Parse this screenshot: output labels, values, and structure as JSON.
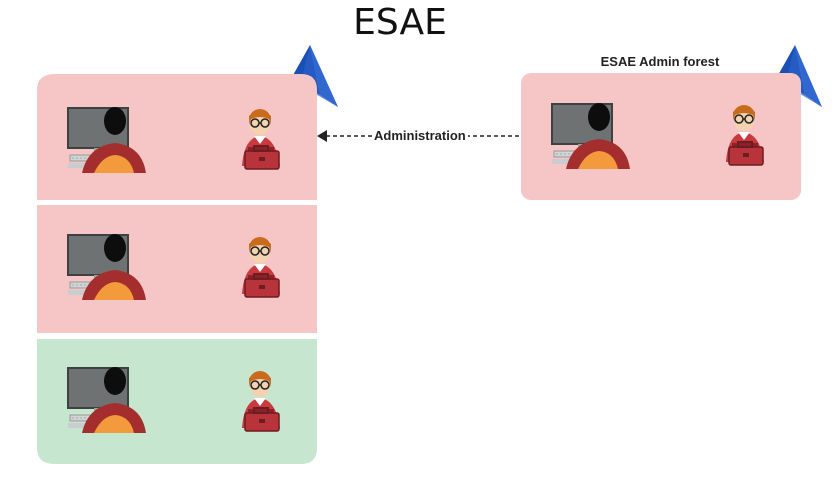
{
  "title": "ESAE",
  "forest_label": "ESAE Admin forest",
  "arrow_label": "Administration",
  "colors": {
    "tier_red": "#f6c6c6",
    "tier_green": "#c6e6cf",
    "triangle_blue": "#1a4fb5",
    "triangle_light": "#4a86e8"
  },
  "tiers": [
    {
      "color": "tier_red",
      "icons": [
        "workstation-user-icon",
        "admin-toolbox-icon"
      ]
    },
    {
      "color": "tier_red",
      "icons": [
        "workstation-user-icon",
        "admin-toolbox-icon"
      ]
    },
    {
      "color": "tier_green",
      "icons": [
        "workstation-user-icon",
        "admin-toolbox-icon"
      ]
    }
  ]
}
